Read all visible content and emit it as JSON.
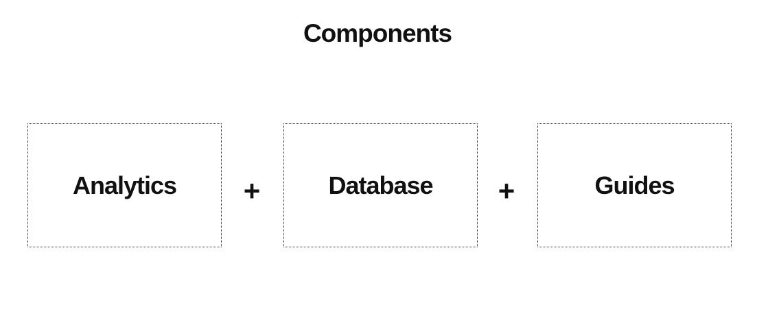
{
  "title": "Components",
  "components": [
    {
      "label": "Analytics"
    },
    {
      "label": "Database"
    },
    {
      "label": "Guides"
    }
  ],
  "operators": [
    "+",
    "+"
  ]
}
